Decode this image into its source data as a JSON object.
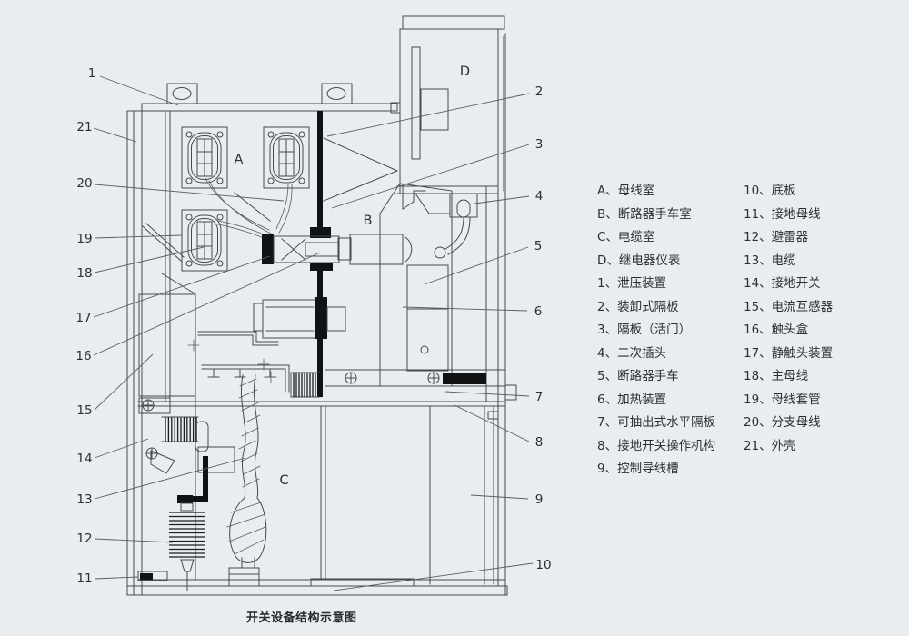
{
  "title": "开关设备结构示意图",
  "compartments": {
    "A": "A",
    "B": "B",
    "C": "C",
    "D": "D"
  },
  "callouts": {
    "n1": "1",
    "n2": "2",
    "n3": "3",
    "n4": "4",
    "n5": "5",
    "n6": "6",
    "n7": "7",
    "n8": "8",
    "n9": "9",
    "n10": "10",
    "n11": "11",
    "n12": "12",
    "n13": "13",
    "n14": "14",
    "n15": "15",
    "n16": "16",
    "n17": "17",
    "n18": "18",
    "n19": "19",
    "n20": "20",
    "n21": "21"
  },
  "legend": {
    "left": [
      "A、母线室",
      "B、断路器手车室",
      "C、电缆室",
      "D、继电器仪表",
      "1、泄压装置",
      "2、装卸式隔板",
      "3、隔板（活门）",
      "4、二次插头",
      "5、断路器手车",
      "6、加热装置",
      "7、可抽出式水平隔板",
      "8、接地开关操作机构",
      "9、控制导线槽"
    ],
    "right": [
      "10、底板",
      "11、接地母线",
      "12、避雷器",
      "13、电缆",
      "14、接地开关",
      "15、电流互感器",
      "16、触头盒",
      "17、静触头装置",
      "18、主母线",
      "19、母线套管",
      "20、分支母线",
      "21、外壳"
    ]
  },
  "colors": {
    "background": "#e9edf0",
    "line": "#454a50",
    "black_fill": "#101214",
    "text": "#2b2f33"
  }
}
